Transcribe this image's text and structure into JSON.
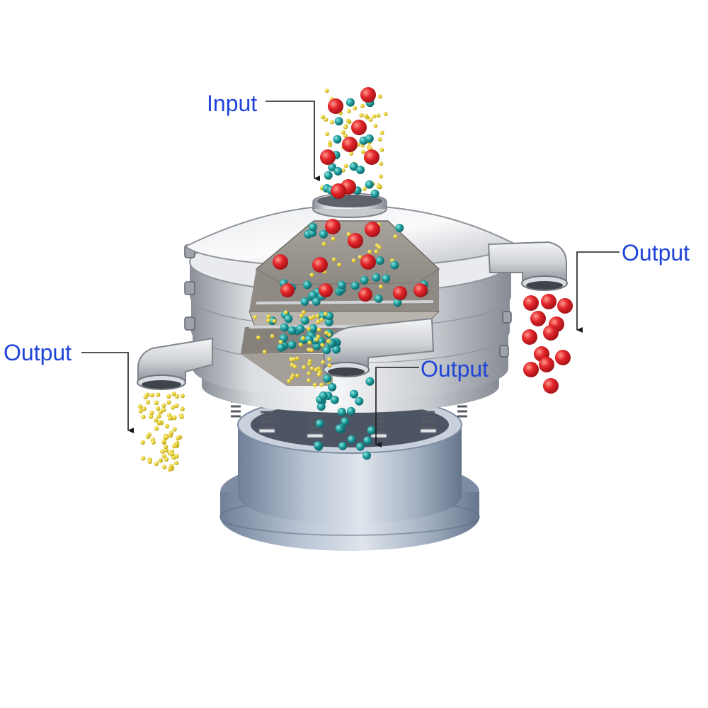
{
  "labels": {
    "input": "Input",
    "output_right": "Output",
    "output_left": "Output",
    "output_center": "Output"
  },
  "colors": {
    "label_text": "#1f45d8",
    "leader_line": "#1a1a1a",
    "steel_light": "#f2f3f5",
    "steel_mid": "#c4c7cd",
    "steel_dark": "#7f848c",
    "base_blue": "#8fa0b8",
    "large_particle": "#e0242a",
    "medium_particle": "#1e9c9c",
    "small_particle": "#e8d23a",
    "interior": "#9a9590"
  },
  "icons": {
    "machine": "vibrating-sieve-machine",
    "arrow": "arrow-down-icon"
  }
}
